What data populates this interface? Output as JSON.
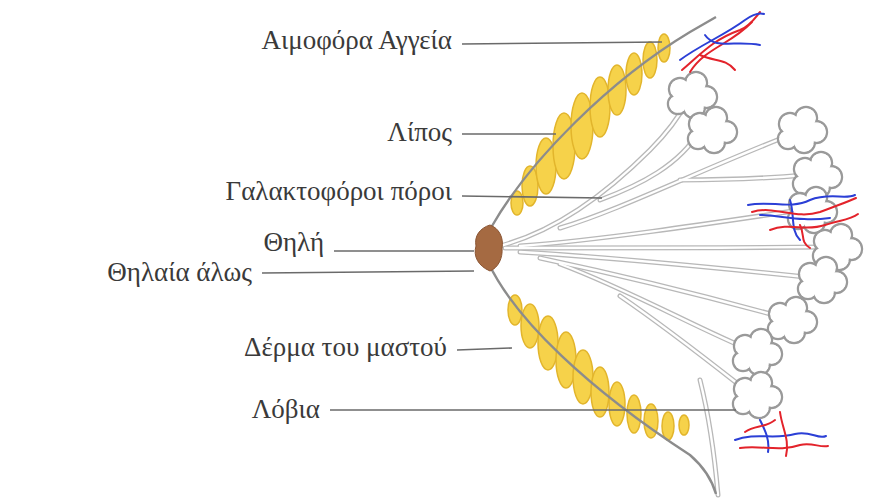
{
  "diagram": {
    "labels": [
      "Αιμοφόρα Αγγεία",
      "Λίπος",
      "Γαλακτοφόροι πόροι",
      "Θηλή",
      "Θηλαία άλως",
      "Δέρμα του μαστού",
      "Λόβια"
    ]
  }
}
